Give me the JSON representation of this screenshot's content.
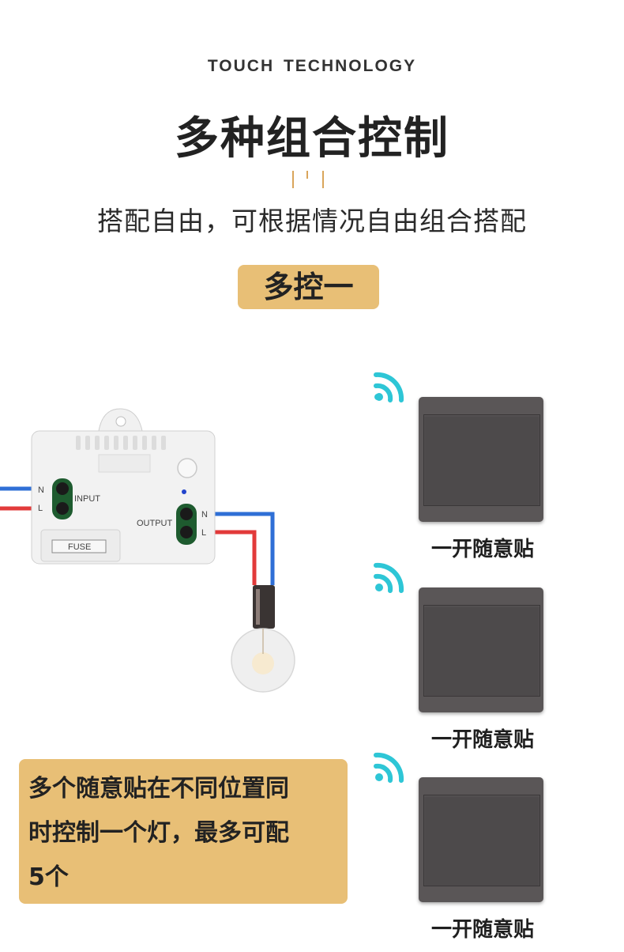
{
  "header": {
    "eyebrow": "TOUCH TECHNOLOGY",
    "title": "多种组合控制",
    "subtitle": "搭配自由，可根据情况自由组合搭配",
    "badge": "多控一"
  },
  "module": {
    "input_label": "INPUT",
    "output_label": "OUTPUT",
    "fuse_label": "FUSE",
    "n_label": "N",
    "l_label": "L"
  },
  "switches": [
    {
      "label": "一开随意贴"
    },
    {
      "label": "一开随意贴"
    },
    {
      "label": "一开随意贴"
    }
  ],
  "info": {
    "line1": "多个随意贴在不同位置同",
    "line2": "时控制一个灯，最多可配",
    "line3": "5个"
  },
  "colors": {
    "accent": "#e8bf76",
    "wifi": "#2ec6d6",
    "wire_blue": "#2f6fd6",
    "wire_red": "#e23a3a",
    "switch_body": "#5a5657"
  }
}
